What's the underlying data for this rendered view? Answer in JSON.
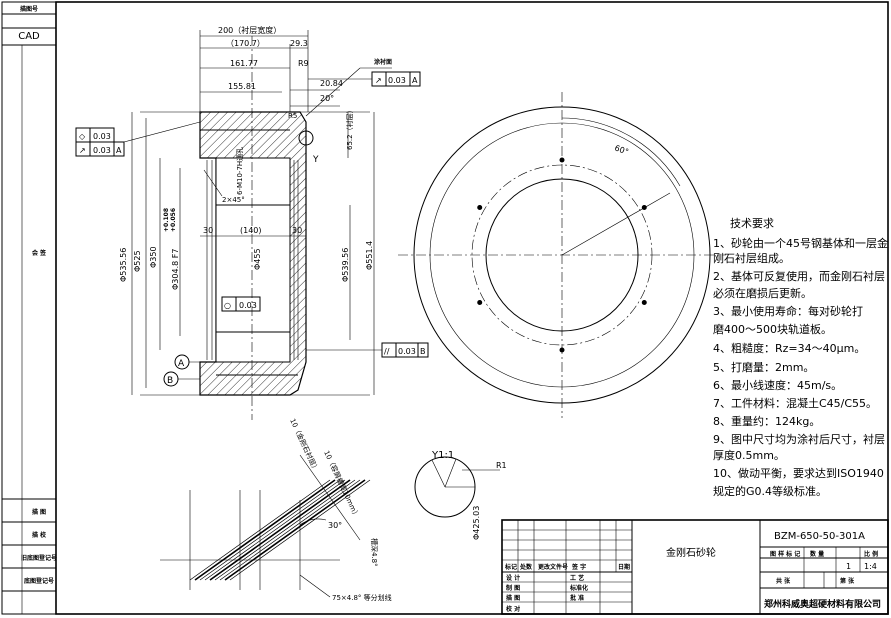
{
  "left_strip": {
    "top_label": "描图号",
    "cad": "CAD",
    "middle": "会 签",
    "rows": [
      "描 图",
      "描 校",
      "旧底图登记号",
      "底图登记号"
    ]
  },
  "section_view": {
    "dims_top": [
      "200（衬层宽度）",
      "（170.7）",
      "29.3",
      "161.77",
      "R9",
      "155.81",
      "20.84",
      "R5",
      "20°",
      "涂衬面"
    ],
    "frame_top_right": {
      "symbol": "↗",
      "value": "0.03",
      "datum": "A"
    },
    "frame_left_1": {
      "symbol": "◇",
      "value": "0.03"
    },
    "frame_left_2": {
      "symbol": "↗",
      "value": "0.03",
      "datum": "A"
    },
    "frame_mid": {
      "symbol": "○",
      "value": "0.03"
    },
    "frame_right": {
      "symbol": "//",
      "value": "0.03",
      "datum": "B"
    },
    "hole_note": "6-M10-7H通孔",
    "chamfer": "2×45°",
    "dims_inner": [
      "30",
      "(140)",
      "30"
    ],
    "diam_left": [
      "Φ535.56",
      "Φ525",
      "Φ350",
      "Φ304.8 F7"
    ],
    "tol": [
      "+0.108",
      "+0.056"
    ],
    "diam_center": "Φ455",
    "diam_right": [
      "Φ539.56",
      "Φ551.4"
    ],
    "layer": "65.2（衬层）",
    "datum_a": "A",
    "datum_b": "B",
    "y_mark": "Y"
  },
  "circle_view": {
    "angle": "60°"
  },
  "tech_req": {
    "title": "技术要求",
    "lines": [
      "1、砂轮由一个45号钢基体和一层金",
      "刚石衬层组成。",
      "2、基体可反复使用，而金刚石衬层",
      "必须在磨损后更新。",
      "3、最小使用寿命：每对砂轮打",
      "磨400～500块轨道板。",
      "4、粗糙度：Rz=34～40μm。",
      "5、打磨量：2mm。",
      "6、最小线速度：45m/s。",
      "7、工件材料：混凝土C45/C55。",
      "8、重量约：124kg。",
      "9、图中尺寸均为涂衬后尺寸，衬层",
      "厚度0.5mm。",
      "10、做动平衡，要求达到ISO1940",
      "规定的G0.4等级标准。"
    ]
  },
  "detail_y": {
    "title": "Y1:1",
    "radius": "R1",
    "diam": "Φ425.03"
  },
  "groove_detail": {
    "labels": [
      "10（金刚石衬层）",
      "10（容屑槽宽10mm）",
      "30°",
      "槽深4.8°",
      "75×4.8° 等分划线"
    ]
  },
  "title_block": {
    "part_name": "金刚石砂轮",
    "drawing_no": "BZM-650-50-301A",
    "header_cols": [
      "图 样 标 记",
      "数 量",
      "比 例"
    ],
    "qty": "1",
    "scale": "1:4",
    "sheets": [
      "共 张",
      "第 张"
    ],
    "company": "郑州科威奥超硬材料有限公司",
    "rev_headers": [
      "标记",
      "处数",
      "更改文件号",
      "签 字",
      "日期"
    ],
    "sign_rows": [
      "设 计",
      "制 图",
      "描 图",
      "校 对"
    ],
    "sign_cols": [
      "工 艺",
      "标准化",
      "批 准"
    ]
  }
}
